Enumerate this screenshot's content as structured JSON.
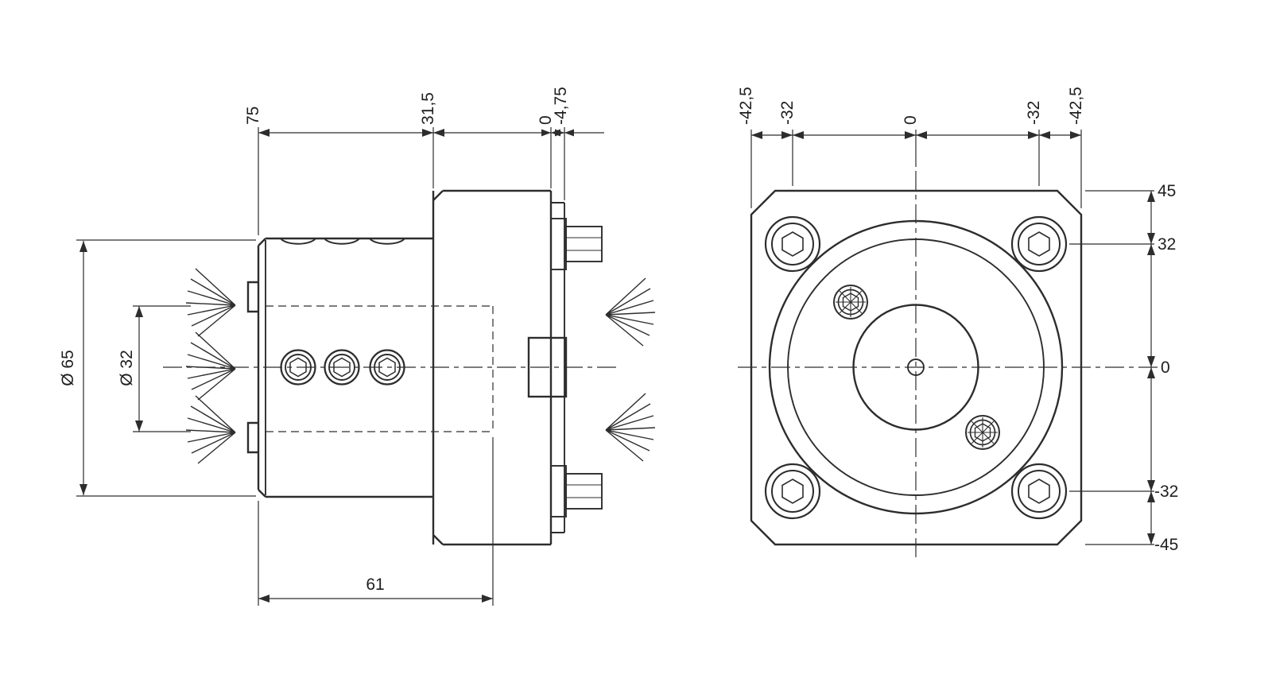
{
  "drawing": {
    "colors": {
      "line": "#2d2d2d",
      "text": "#1f1f1f",
      "background": "#ffffff"
    },
    "side_view": {
      "top_ordinates": [
        "75",
        "31,5",
        "0",
        "-4,75"
      ],
      "outer_diameter_label": "Ø 65",
      "bore_diameter_label": "Ø 32",
      "bore_depth_label": "61"
    },
    "front_view": {
      "top_ordinates": [
        "-42,5",
        "-32",
        "0",
        "-32",
        "-42,5"
      ],
      "side_ordinates": [
        "45",
        "32",
        "0",
        "-32",
        "-45"
      ]
    }
  }
}
